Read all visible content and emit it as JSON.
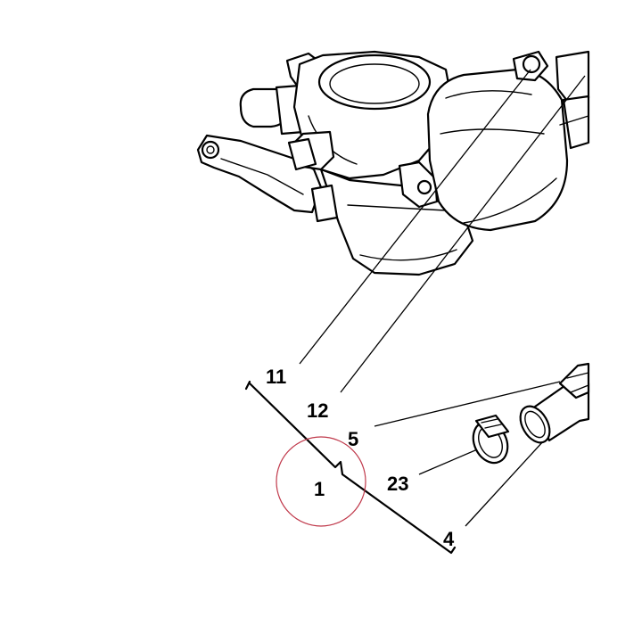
{
  "callouts": {
    "c11": "11",
    "c12": "12",
    "c5": "5",
    "c23": "23",
    "c4": "4",
    "c1": "1"
  },
  "colors": {
    "line": "#000000",
    "highlight_circle": "#c0394b",
    "background": "#ffffff"
  }
}
